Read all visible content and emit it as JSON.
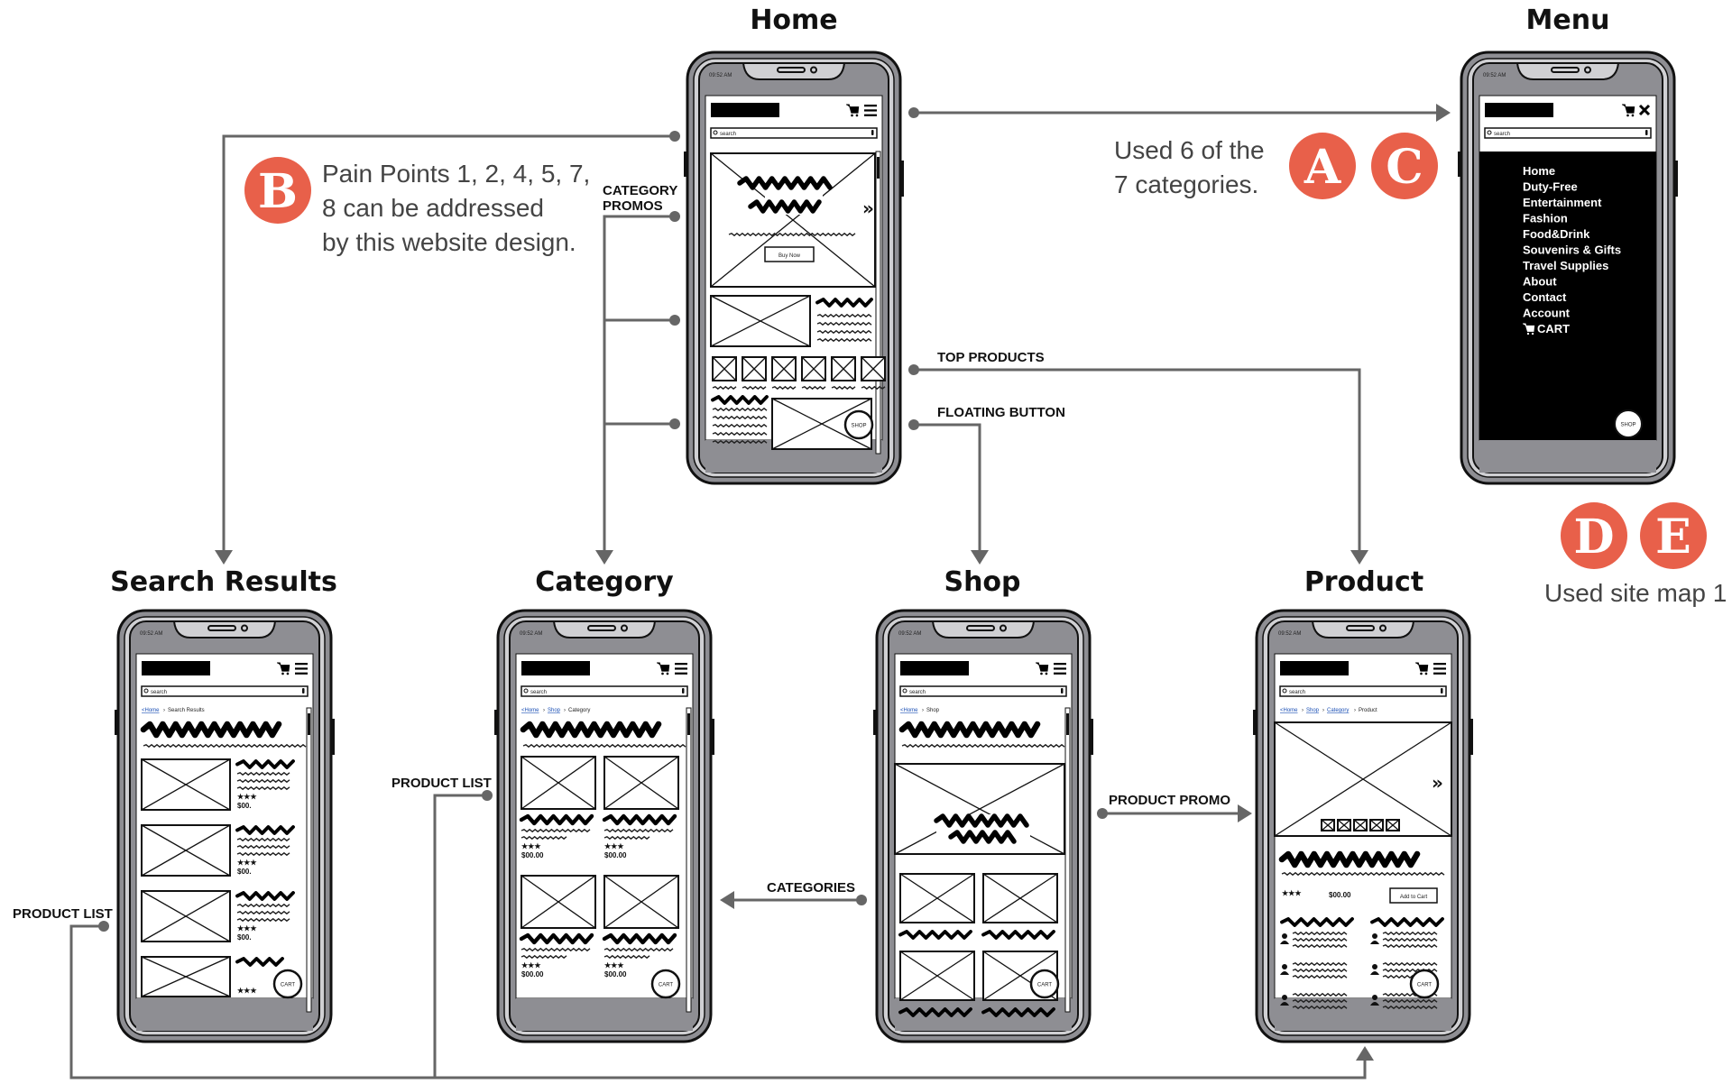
{
  "screens": {
    "home": "Home",
    "menu": "Menu",
    "search_results": "Search Results",
    "category": "Category",
    "shop": "Shop",
    "product": "Product"
  },
  "connector_labels": {
    "category_promos_line1": "CATEGORY",
    "category_promos_line2": "PROMOS",
    "top_products": "TOP PRODUCTS",
    "floating_button": "FLOATING BUTTON",
    "product_list_top": "PRODUCT LIST",
    "product_list_bottom": "PRODUCT LIST",
    "categories": "CATEGORIES",
    "product_promo": "PRODUCT PROMO"
  },
  "notes": {
    "pain_points_line1": "Pain Points 1, 2, 4, 5, 7,",
    "pain_points_line2": "8 can be addressed",
    "pain_points_line3": "by this website design.",
    "categories_line1": "Used 6 of the",
    "categories_line2": "7 categories.",
    "sitemap": "Used site map 1"
  },
  "badges": {
    "a": "A",
    "b": "B",
    "c": "C",
    "d": "D",
    "e": "E"
  },
  "phone_ui": {
    "time": "09:52 AM",
    "search_placeholder": "search",
    "buy_now": "Buy Now",
    "shop_button": "SHOP",
    "cart_button": "CART",
    "add_to_cart": "Add to Cart",
    "price_short": "$00.",
    "price_long": "$00.00",
    "price_product": "$00.00",
    "stars": "★★★",
    "crumb_home": "<Home",
    "crumb_shop": "Shop",
    "crumb_category": "Category",
    "crumb_search_results": "Search Results",
    "crumb_product": "Product"
  },
  "menu_items": [
    "Home",
    "Duty-Free",
    "Entertainment",
    "Fashion",
    "Food&Drink",
    "Souvenirs & Gifts",
    "Travel Supplies",
    "About",
    "Contact",
    "Account",
    "CART"
  ],
  "colors": {
    "badge": "#e8604a",
    "connector": "#666666",
    "phone_frame": "#888888",
    "menu_background": "#000000"
  }
}
